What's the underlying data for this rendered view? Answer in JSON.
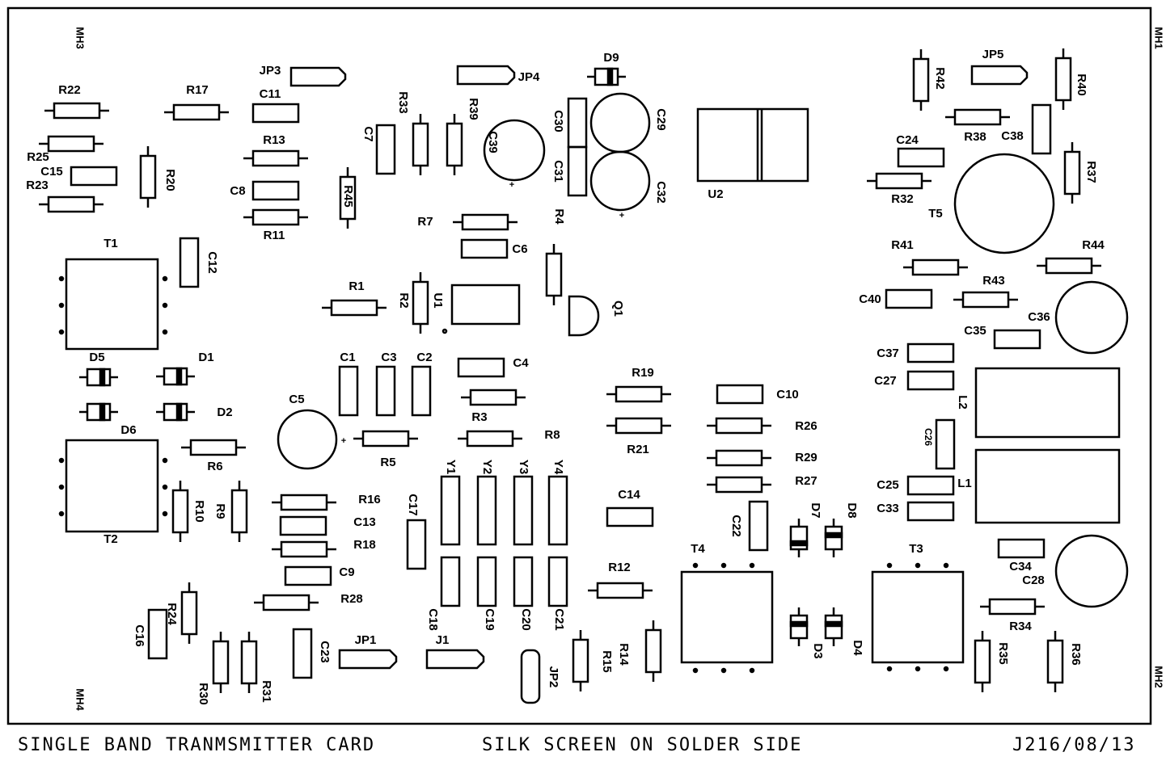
{
  "footer": {
    "left": "SINGLE BAND TRANMSMITTER CARD",
    "center": "SILK SCREEN ON SOLDER SIDE",
    "right": "J216/08/13"
  },
  "labels": {
    "MH1": "MH1",
    "MH2": "MH2",
    "MH3": "MH3",
    "MH4": "MH4",
    "JP1": "JP1",
    "JP2": "JP2",
    "JP3": "JP3",
    "JP4": "JP4",
    "JP5": "JP5",
    "J1": "J1",
    "D1": "D1",
    "D2": "D2",
    "D3": "D3",
    "D4": "D4",
    "D5": "D5",
    "D6": "D6",
    "D7": "D7",
    "D8": "D8",
    "D9": "D9",
    "T1": "T1",
    "T2": "T2",
    "T3": "T3",
    "T4": "T4",
    "T5": "T5",
    "U1": "U1",
    "U2": "U2",
    "Q1": "Q1",
    "L1": "L1",
    "L2": "L2",
    "Y1": "Y1",
    "Y2": "Y2",
    "Y3": "Y3",
    "Y4": "Y4",
    "R1": "R1",
    "R2": "R2",
    "R3": "R3",
    "R4": "R4",
    "R5": "R5",
    "R6": "R6",
    "R7": "R7",
    "R8": "R8",
    "R9": "R9",
    "R10": "R10",
    "R11": "R11",
    "R12": "R12",
    "R13": "R13",
    "R14": "R14",
    "R15": "R15",
    "R16": "R16",
    "R17": "R17",
    "R18": "R18",
    "R19": "R19",
    "R20": "R20",
    "R21": "R21",
    "R22": "R22",
    "R23": "R23",
    "R24": "R24",
    "R25": "R25",
    "R26": "R26",
    "R27": "R27",
    "R28": "R28",
    "R29": "R29",
    "R30": "R30",
    "R31": "R31",
    "R32": "R32",
    "R33": "R33",
    "R34": "R34",
    "R35": "R35",
    "R36": "R36",
    "R37": "R37",
    "R38": "R38",
    "R39": "R39",
    "R40": "R40",
    "R41": "R41",
    "R42": "R42",
    "R43": "R43",
    "R44": "R44",
    "R45": "R45",
    "C1": "C1",
    "C2": "C2",
    "C3": "C3",
    "C4": "C4",
    "C5": "C5",
    "C6": "C6",
    "C7": "C7",
    "C8": "C8",
    "C9": "C9",
    "C10": "C10",
    "C11": "C11",
    "C12": "C12",
    "C13": "C13",
    "C14": "C14",
    "C15": "C15",
    "C16": "C16",
    "C17": "C17",
    "C18": "C18",
    "C19": "C19",
    "C20": "C20",
    "C21": "C21",
    "C22": "C22",
    "C23": "C23",
    "C24": "C24",
    "C25": "C25",
    "C26": "C26",
    "C27": "C27",
    "C28": "C28",
    "C29": "C29",
    "C30": "C30",
    "C31": "C31",
    "C32": "C32",
    "C33": "C33",
    "C34": "C34",
    "C35": "C35",
    "C36": "C36",
    "C37": "C37",
    "C38": "C38",
    "C39": "C39",
    "C40": "C40"
  }
}
